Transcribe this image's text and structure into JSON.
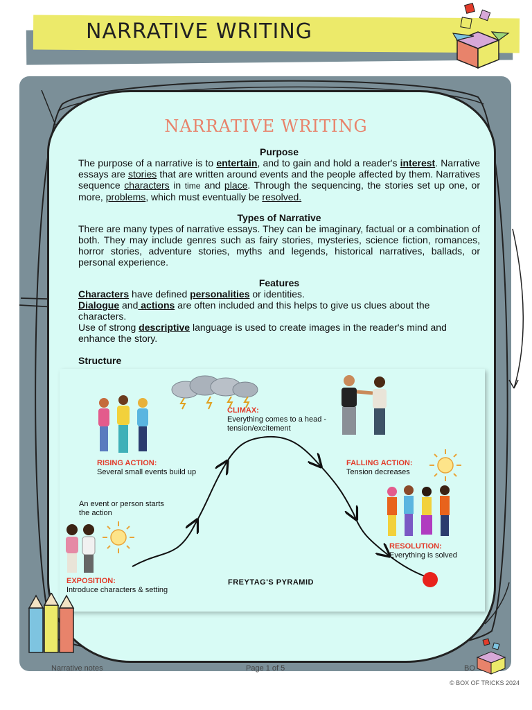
{
  "header": {
    "title": "NARRATIVE WRITING"
  },
  "document": {
    "title": "NARRATIVE WRITING",
    "purpose": {
      "heading": "Purpose",
      "p1": "The purpose of a narrative is to ",
      "entertain": "entertain",
      "p2": ", and to gain and hold a reader's ",
      "interest": "interest",
      "p3": ". Narrative essays are ",
      "stories": "stories",
      "p4": " that are written around events and the people affected by them.  Narratives sequence ",
      "characters": "characters",
      "p5": " in ",
      "time": "time",
      "p6": " and ",
      "place": "place",
      "p7": ". Through the sequencing, the stories set up one, or more, ",
      "problems": "problems",
      "p8": ", which must eventually be ",
      "resolved": "resolved."
    },
    "types": {
      "heading": "Types of Narrative",
      "body": "There are many types of narrative essays. They can be imaginary, factual or a combination of both. They may include genres such as fairy stories, mysteries, science fiction, romances, horror stories, adventure stories, myths and legends, historical narratives, ballads, or personal experience."
    },
    "features": {
      "heading": "Features",
      "l1a": "Characters",
      "l1b": " have defined ",
      "l1c": "personalities",
      "l1d": " or identities.",
      "l2a": "Dialogue",
      "l2b": " and",
      "l2c": " actions",
      "l2d": " are often included and this helps to give us clues about the characters.",
      "l3a": "Use of strong ",
      "l3b": "descriptive",
      "l3c": " language is used to create images in the reader's mind and enhance the story."
    },
    "structure_label": "Structure"
  },
  "diagram": {
    "exposition_title": "EXPOSITION:",
    "exposition_text": "Introduce characters & setting",
    "start_text_1": "An event or person starts",
    "start_text_2": "the action",
    "rising_title": "RISING ACTION:",
    "rising_text": "Several small events build up",
    "climax_title": "CLIMAX:",
    "climax_text_1": "Everything comes to a head -",
    "climax_text_2": "tension/excitement",
    "falling_title": "FALLING ACTION:",
    "falling_text": "Tension decreases",
    "resolution_title": "RESOLUTION:",
    "resolution_text": "Everything is solved",
    "caption": "FREYTAG'S PYRAMID",
    "accent_color": "#e23b2a"
  },
  "footer": {
    "left": "Narrative notes",
    "center": "Page 1 of 5",
    "right": "BO",
    "copyright": "© BOX OF TRICKS 2024"
  }
}
